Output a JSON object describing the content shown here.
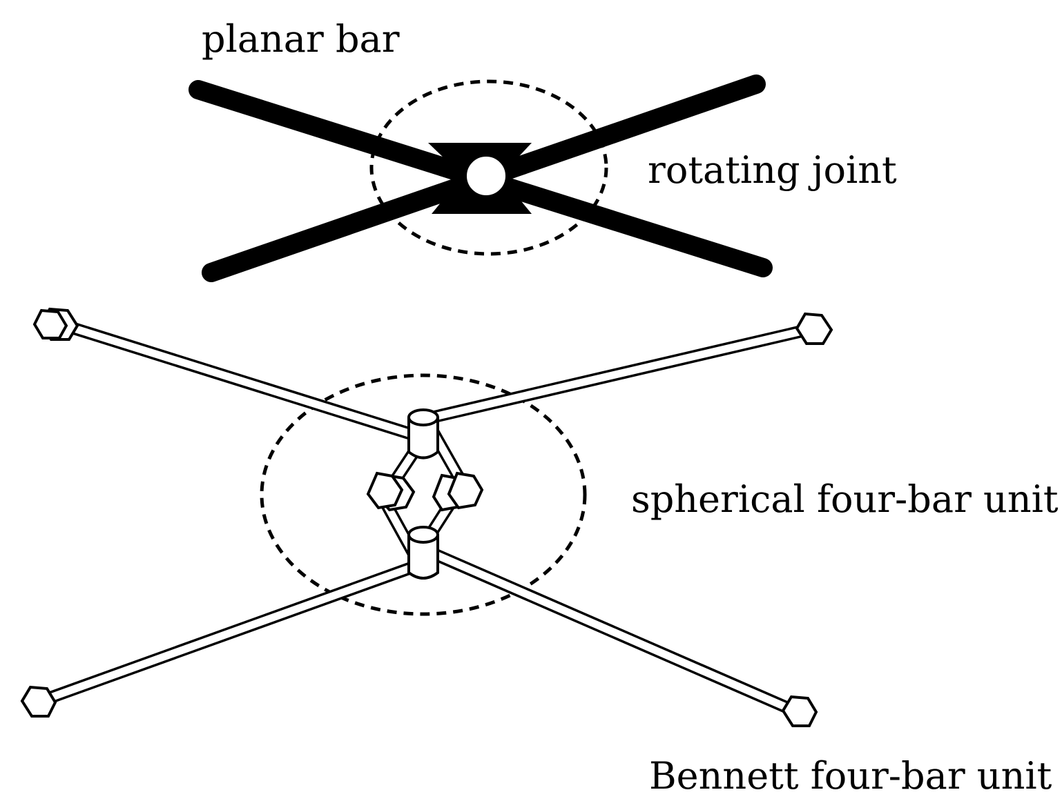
{
  "labels": {
    "planar_bar": "planar bar",
    "rotating_joint": "rotating joint",
    "spherical_unit": "spherical four-bar unit",
    "bennett_unit": "Bennett four-bar unit"
  },
  "colors": {
    "ink": "#000000",
    "background": "#ffffff"
  }
}
